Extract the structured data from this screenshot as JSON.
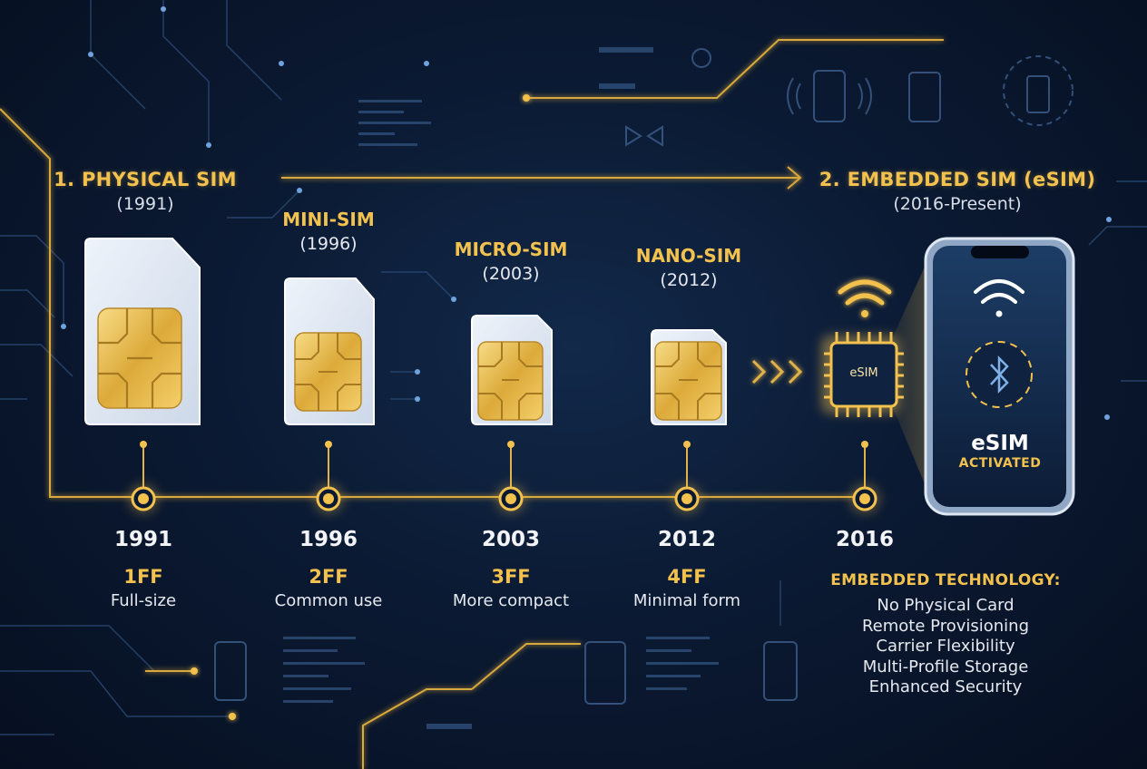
{
  "sections": {
    "physical": {
      "title": "1. PHYSICAL SIM",
      "years": "(1991)"
    },
    "embedded": {
      "title": "2. EMBEDDED SIM (eSIM)",
      "years": "(2016-Present)"
    }
  },
  "cards": [
    {
      "name": "",
      "year": "",
      "timeline_year": "1991",
      "form_factor": "1FF",
      "description": "Full-size"
    },
    {
      "name": "MINI-SIM",
      "year": "(1996)",
      "timeline_year": "1996",
      "form_factor": "2FF",
      "description": "Common use"
    },
    {
      "name": "MICRO-SIM",
      "year": "(2003)",
      "timeline_year": "2003",
      "form_factor": "3FF",
      "description": "More compact"
    },
    {
      "name": "NANO-SIM",
      "year": "(2012)",
      "timeline_year": "2012",
      "form_factor": "4FF",
      "description": "Minimal form"
    }
  ],
  "esim": {
    "chip_label": "eSIM",
    "timeline_year": "2016",
    "phone_title": "eSIM",
    "phone_status": "ACTIVATED"
  },
  "features": {
    "title": "EMBEDDED TECHNOLOGY:",
    "items": [
      "No Physical Card",
      "Remote Provisioning",
      "Carrier Flexibility",
      "Multi-Profile Storage",
      "Enhanced Security"
    ]
  },
  "colors": {
    "accent": "#f2c14e",
    "background": "#0b1a33",
    "card": "#dfe8f4"
  }
}
